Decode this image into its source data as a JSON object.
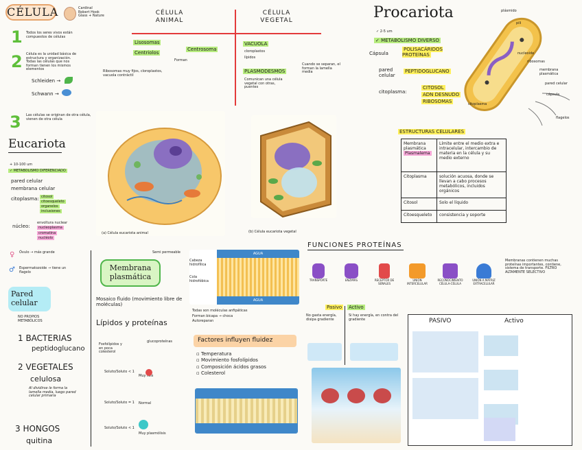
{
  "left": {
    "title": "CÉLULA",
    "avatar_lines": [
      "Cardinal",
      "Robert Hook",
      "Glass + Nature"
    ],
    "p1": "Todos los seres vivos están compuestos de células",
    "p2": "Célula es la unidad básica de estructura y organización. Todas las células que nos forman tienen los mismos elementos",
    "schleiden": "Schleiden →",
    "schwann": "Schwann →",
    "p3": "Las células se originan de otra célula, vienen de otra célula",
    "eucariota_title": "Eucariota",
    "euk_lines": [
      "+ 10-100 um",
      "✓ METABOLISMO DIFERENCIADO",
      "pared celular",
      "membrana celular",
      "citoplasma:",
      "núcleo:"
    ],
    "citoplasma_items": [
      "citosol",
      "citoesqueleto",
      "organelos",
      "inclusiones"
    ],
    "nucleo_items": [
      "envoltura nuclear",
      "nucleoplasma",
      "cromatina",
      "nucléolo"
    ],
    "ovulo": "Óvulo → más grande",
    "espermatozoide": "Espermatozoide → tiene un flagelo",
    "pared_title": "Pared celular",
    "no_propios": "NO PROPIOS METABÓLICOS",
    "list1_h": "1 BACTERIAS",
    "list1_s": "peptidoglucano",
    "list2_h": "2 VEGETALES",
    "list2_s": "celulosa",
    "list2_note": "Al dividirse le forma la lamella media, luego pared celular primaria",
    "list3_h": "3 HONGOS",
    "list3_s": "quitina"
  },
  "animal_vegetal": {
    "animal_title": "CÉLULA ANIMAL",
    "vegetal_title": "CÉLULA VEGETAL",
    "lisosomas": "Lisosomas",
    "centriolos": "Centriolos",
    "centrosoma": "Centrosoma",
    "forman": "Forman",
    "ribosomas_note": "Ribosomas muy fijos, cloroplastos, vacuola contráctil",
    "vacuola": "VACUOLA",
    "cloroplastos": "cloroplastos",
    "lipidos": "lípidos",
    "plasmodesmos": "PLASMODESMOS",
    "comunican": "Comunican una célula vegetal con otras, puentes",
    "cuando": "Cuando se separan, el forman la lamella media",
    "caption_animal": "(a) Célula eucariota animal",
    "caption_vegetal": "(b) Célula eucariota vegetal"
  },
  "procariota": {
    "title": "Procariota",
    "size": "✓ 2-5 um",
    "metab": "✓ METABOLISMO DIVERSO",
    "capsula": "Cápsula",
    "capsula_val": "POLISACÁRIDOS PROTEÍNAS",
    "pared": "pared celular",
    "pared_val": "PEPTIDOGLUCANO",
    "cito": "citoplasma:",
    "cito_vals": [
      "CITOSOL",
      "ADN DESNUDO",
      "RIBOSOMAS"
    ],
    "bact_labels": [
      "plásmido",
      "pili",
      "nucleoide",
      "ribosomas",
      "membrana plasmática",
      "pared celular",
      "cápsula",
      "flagelos",
      "citoplasma"
    ]
  },
  "estructuras": {
    "title": "ESTRUCTURAS CELULARES",
    "rows": [
      {
        "k": "Membrana plasmática",
        "hl": "Plasmalema",
        "v": "Límite entre el medio extra e intracelular, intercambio de materia en la célula y su medio externo"
      },
      {
        "k": "Citoplasma",
        "v": "solución acuosa, donde se llevan a cabo procesos metabólicos, incluidos orgánicos"
      },
      {
        "k": "Citosol",
        "v": "Solo el líquido"
      },
      {
        "k": "Citoesqueleto",
        "v": "consistencia y soporte"
      }
    ]
  },
  "membrana": {
    "title": "Membrana plasmática",
    "semi": "Semi permeable",
    "mosaico": "Mosaico fluido (movimiento libre de moléculas)",
    "lipidos": "Lípidos y proteínas",
    "fosfolipidos": "Fosfolípidos y en poca colesterol",
    "glucoproteinas": "glucoproteínas",
    "eq1": "Soluto/Soluto < 1",
    "eq1_r": "Muy lisis",
    "eq2": "Soluto/Soluto = 1",
    "eq2_r": "Normal",
    "eq3": "Soluto/Soluto < 1",
    "eq3_r": "Muy plasmólisis",
    "agua": "AGUA",
    "cabeza": "Cabeza hidrofílica",
    "cola": "Cola hidrofóbica",
    "notes": [
      "Todas son moléculas anfipáticas",
      "Forman bicapa → choca",
      "Autoreparan"
    ]
  },
  "factores": {
    "title": "Factores influyen fluidez",
    "items": [
      "Temperatura",
      "Movimiento fosfolípidos",
      "Composición ácidos grasos",
      "Colesterol"
    ]
  },
  "funciones": {
    "title": "FUNCIONES PROTEÍNAS",
    "labels": [
      "TRANSPORTE",
      "ENZIMAS",
      "RECEPTOR DE SEÑALES",
      "UNIÓN INTERCELULAR",
      "RECONOCIMIENTO CÉLULA-CÉLULA",
      "UNIÓN A MATRIZ EXTRACELULAR"
    ],
    "right_note": "Membranas contienen muchas proteínas importantes, contiene, sistema de transporte. FILTRO ALTAMENTE SELECTIVO",
    "pasivo": "Pasivo",
    "activo": "Activo",
    "pasivo_note": "No gasta energía, disipa gradiente",
    "activo_note": "Si hay energía, en contra del gradiente",
    "pasivo2": "PASIVO",
    "activo2": "Activo"
  }
}
